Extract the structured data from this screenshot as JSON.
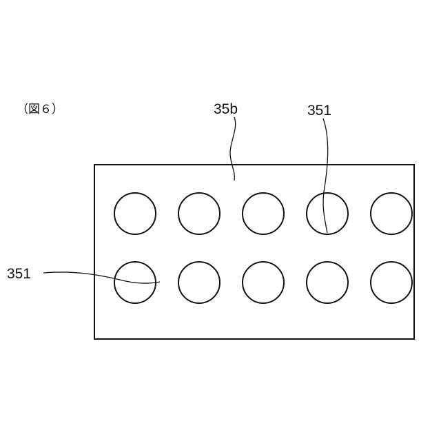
{
  "figure": {
    "caption": "（図６）",
    "labels": {
      "plate": "35b",
      "hole_top": "351",
      "hole_left": "351"
    }
  },
  "plate": {
    "rows": 2,
    "columns": 5,
    "hole_count": 10
  },
  "colors": {
    "line": "#111111",
    "background": "#ffffff"
  }
}
